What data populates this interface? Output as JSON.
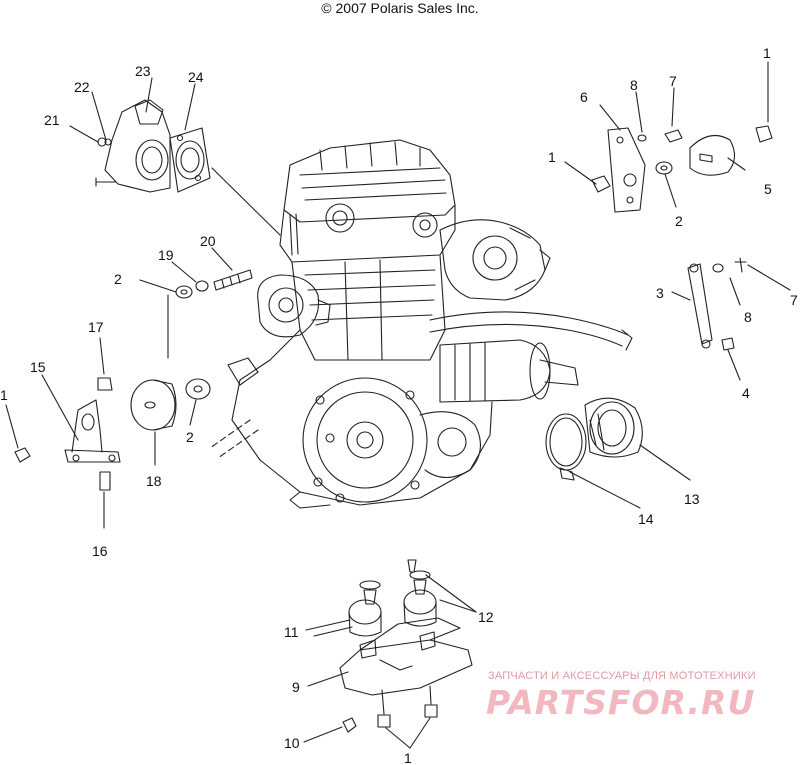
{
  "header": {
    "copyright": "© 2007 Polaris Sales Inc."
  },
  "watermark": {
    "tagline": "ЗАПЧАСТИ И АКСЕССУАРЫ ДЛЯ МОТОТЕХНИКИ",
    "logo": "PARTSFOR.RU",
    "color": "#f2b7bf"
  },
  "diagram": {
    "callouts": [
      {
        "id": "c23",
        "text": "23"
      },
      {
        "id": "c24",
        "text": "24"
      },
      {
        "id": "c22",
        "text": "22"
      },
      {
        "id": "c21",
        "text": "21"
      },
      {
        "id": "c19",
        "text": "19"
      },
      {
        "id": "c20",
        "text": "20"
      },
      {
        "id": "c2a",
        "text": "2"
      },
      {
        "id": "c17",
        "text": "17"
      },
      {
        "id": "c15",
        "text": "15"
      },
      {
        "id": "c1a",
        "text": "1"
      },
      {
        "id": "c18",
        "text": "18"
      },
      {
        "id": "c2b",
        "text": "2"
      },
      {
        "id": "c16",
        "text": "16"
      },
      {
        "id": "c6",
        "text": "6"
      },
      {
        "id": "c8a",
        "text": "8"
      },
      {
        "id": "c7a",
        "text": "7"
      },
      {
        "id": "c1b",
        "text": "1"
      },
      {
        "id": "c1c",
        "text": "1"
      },
      {
        "id": "c5",
        "text": "5"
      },
      {
        "id": "c2c",
        "text": "2"
      },
      {
        "id": "c3",
        "text": "3"
      },
      {
        "id": "c7b",
        "text": "7"
      },
      {
        "id": "c8b",
        "text": "8"
      },
      {
        "id": "c4",
        "text": "4"
      },
      {
        "id": "c13",
        "text": "13"
      },
      {
        "id": "c14",
        "text": "14"
      },
      {
        "id": "c11",
        "text": "11"
      },
      {
        "id": "c12",
        "text": "12"
      },
      {
        "id": "c9",
        "text": "9"
      },
      {
        "id": "c10",
        "text": "10"
      },
      {
        "id": "c1d",
        "text": "1"
      }
    ]
  }
}
